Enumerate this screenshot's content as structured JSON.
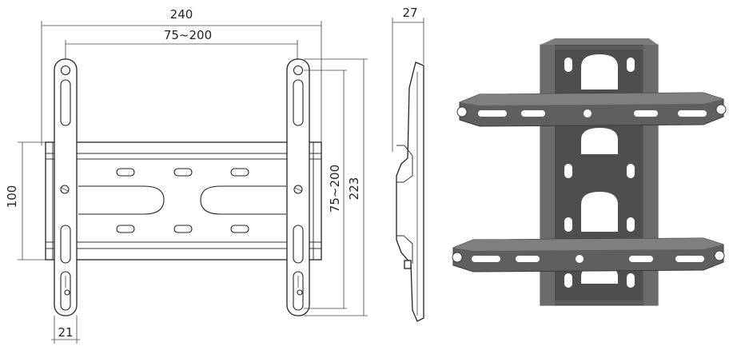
{
  "dimensions": {
    "overall_width": "240",
    "vesa_horizontal": "75~200",
    "depth": "27",
    "plate_height": "100",
    "vesa_vertical": "75~200",
    "overall_height": "223",
    "arm_width": "21"
  },
  "colors": {
    "metal_dark": "#4a4a4c",
    "metal_mid": "#5e5f61",
    "metal_light": "#8a8b8d",
    "line": "#222222"
  }
}
